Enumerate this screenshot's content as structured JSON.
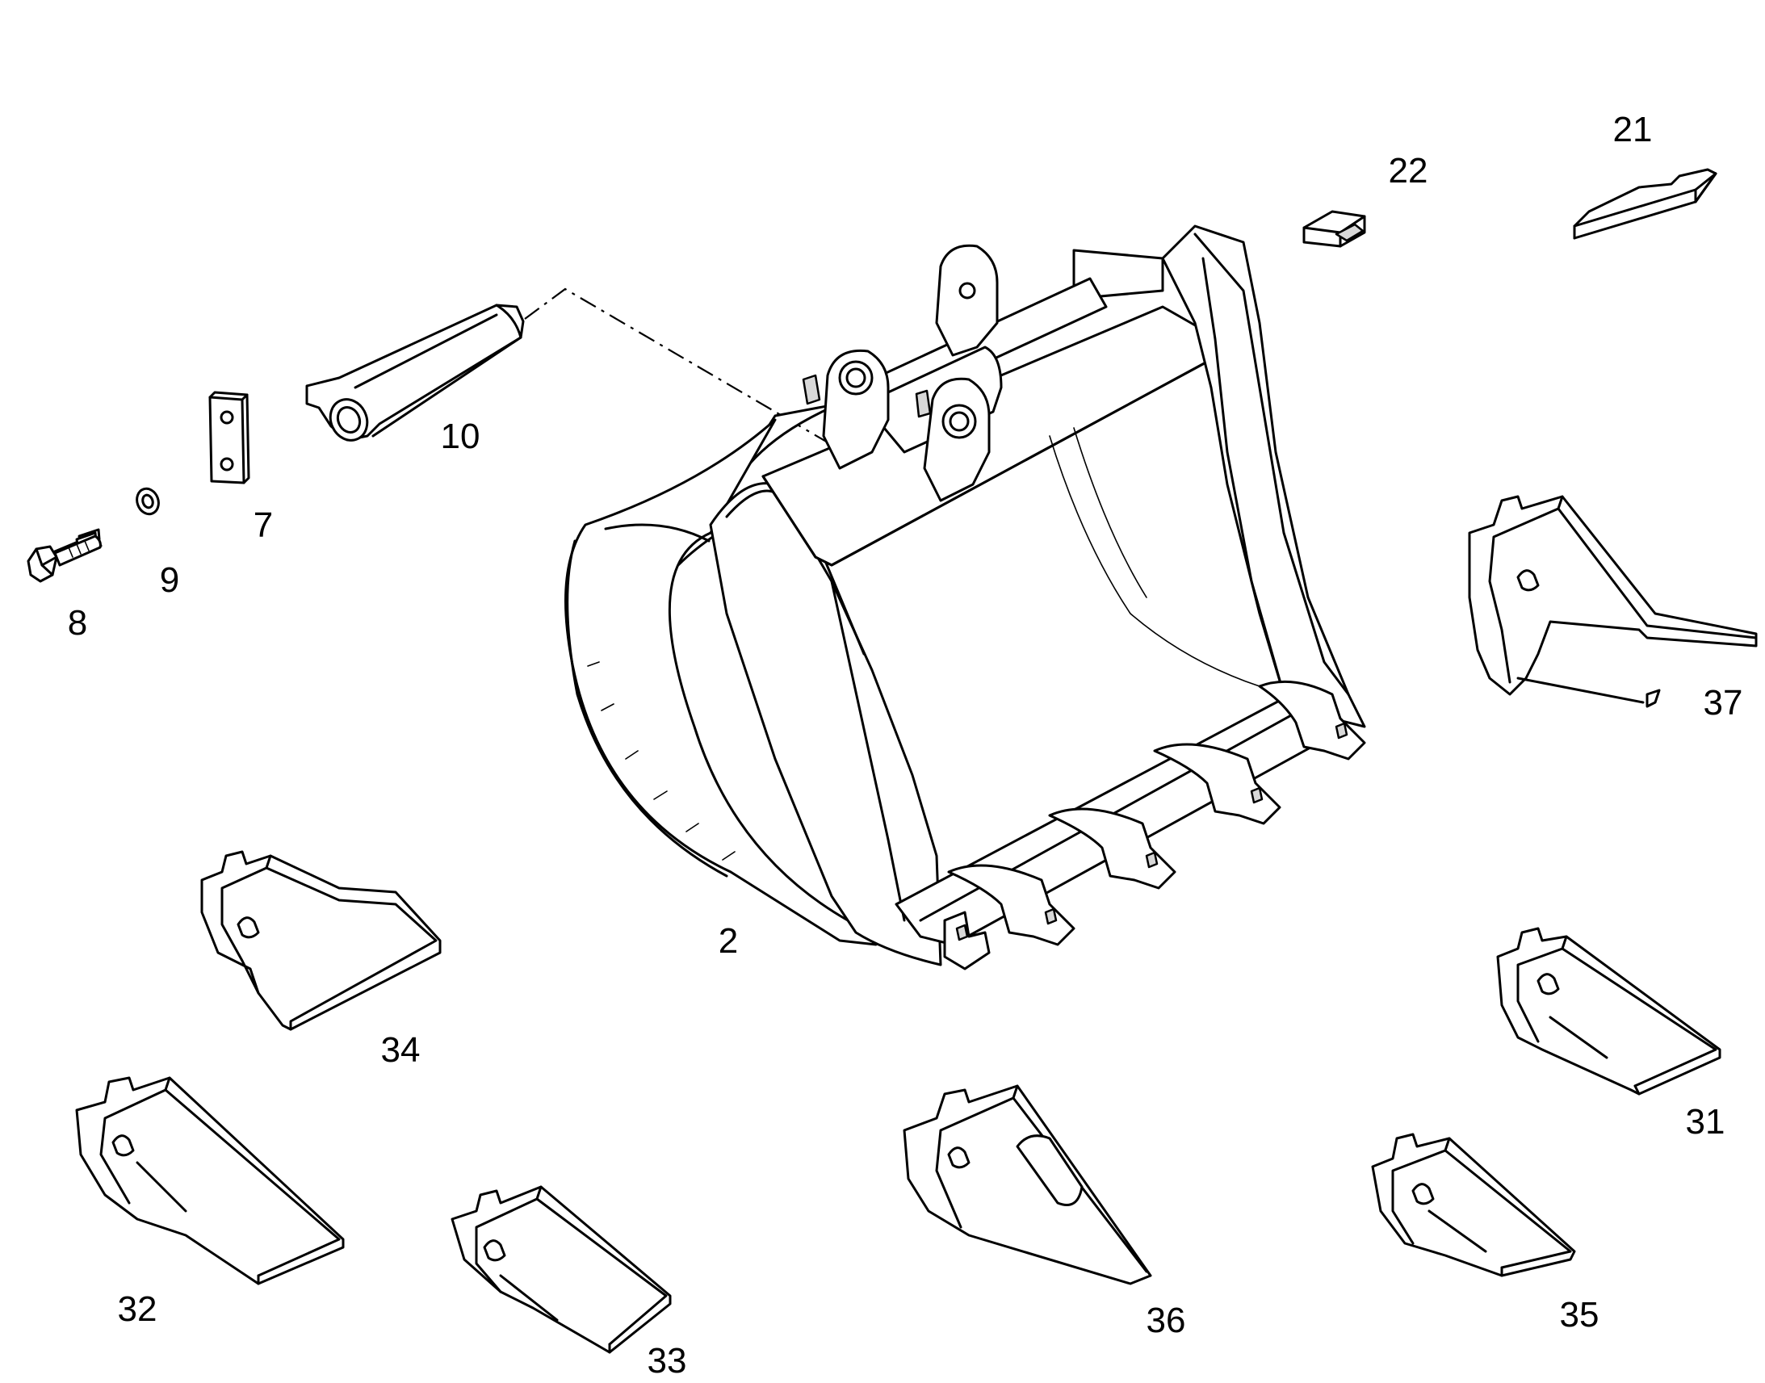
{
  "callouts": {
    "bucket": "2",
    "plate": "7",
    "bolt": "8",
    "washer": "9",
    "pin": "10",
    "wear_strip": "21",
    "block": "22",
    "tooth_31": "31",
    "tooth_32": "32",
    "tooth_33": "33",
    "tooth_34": "34",
    "tooth_35": "35",
    "tooth_36": "36",
    "tooth_37": "37"
  }
}
